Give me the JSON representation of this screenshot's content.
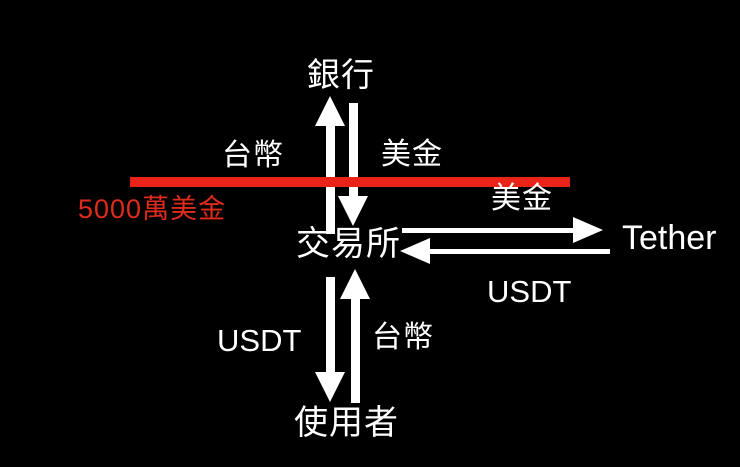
{
  "colors": {
    "background": "#000000",
    "red_line": "#ea2318",
    "red_text": "#df2b1e",
    "white": "#ffffff"
  },
  "nodes": {
    "bank": {
      "label": "銀行"
    },
    "exchange": {
      "label": "交易所"
    },
    "tether": {
      "label": "Tether"
    },
    "user": {
      "label": "使用者"
    }
  },
  "flows": {
    "exchange_to_bank": {
      "label": "台幣",
      "direction": "up"
    },
    "bank_to_exchange": {
      "label": "美金",
      "direction": "down"
    },
    "exchange_to_tether": {
      "label": "美金",
      "direction": "right"
    },
    "tether_to_exchange": {
      "label": "USDT",
      "direction": "left"
    },
    "exchange_to_user": {
      "label": "USDT",
      "direction": "down"
    },
    "user_to_exchange": {
      "label": "台幣",
      "direction": "up"
    }
  },
  "annotation": {
    "limit": "5000萬美金"
  }
}
